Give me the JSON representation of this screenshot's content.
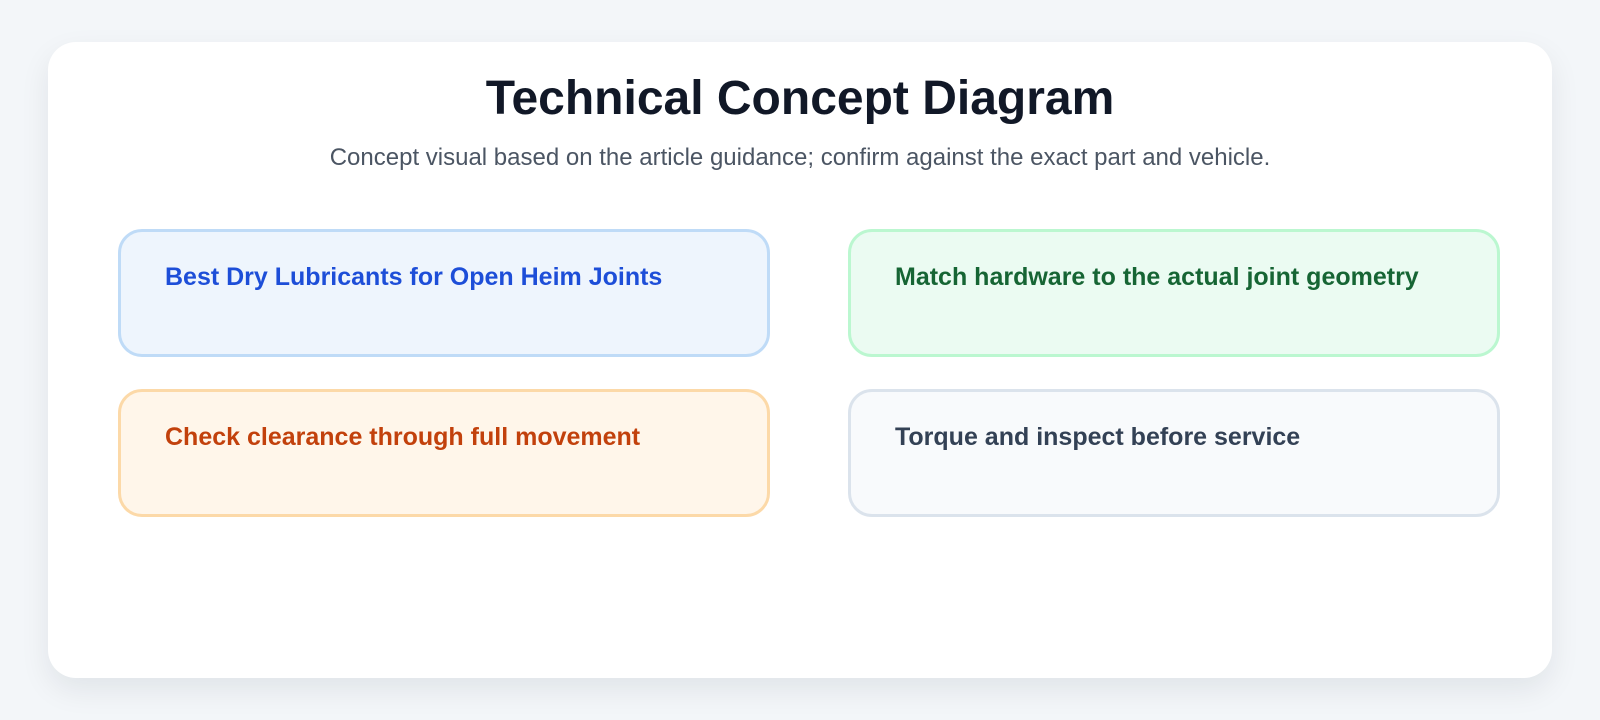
{
  "header": {
    "title": "Technical Concept Diagram",
    "subtitle": "Concept visual based on the article guidance; confirm against the exact part and vehicle."
  },
  "boxes": [
    {
      "label": "Best Dry Lubricants for Open Heim Joints",
      "text_color": "#1d4ed8",
      "bg_color": "#eef5fd",
      "border_color": "#bfdbf7"
    },
    {
      "label": "Match hardware to the actual joint geometry",
      "text_color": "#166534",
      "bg_color": "#ebfbf2",
      "border_color": "#bbf7d0"
    },
    {
      "label": "Check clearance through full movement",
      "text_color": "#c2410c",
      "bg_color": "#fff6ea",
      "border_color": "#fcd9a8"
    },
    {
      "label": "Torque and inspect before service",
      "text_color": "#334155",
      "bg_color": "#f8fafc",
      "border_color": "#dbe3ec"
    }
  ]
}
